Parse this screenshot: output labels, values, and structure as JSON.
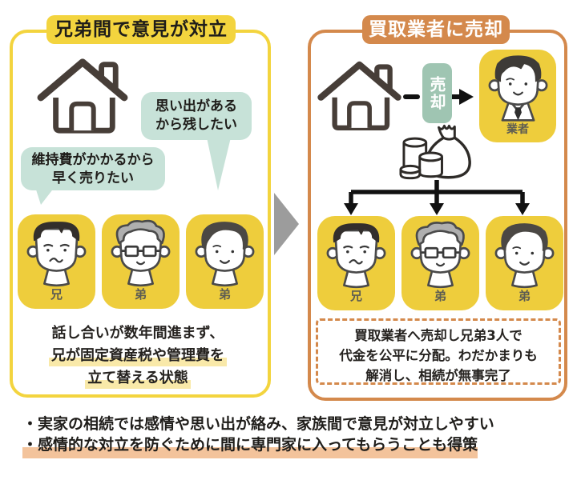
{
  "left_panel": {
    "title": "兄弟間で意見が対立",
    "bubble_memories": {
      "line1": "思い出がある",
      "line2": "から残したい"
    },
    "bubble_cost": {
      "line1": "維持費がかかるから",
      "line2": "早く売りたい"
    },
    "avatars": [
      {
        "label": "兄"
      },
      {
        "label": "弟"
      },
      {
        "label": "弟"
      }
    ],
    "caption": {
      "line1": "話し合いが数年間進まず、",
      "line2": "兄が固定資産税や管理費を",
      "line3": "立て替える状態"
    }
  },
  "right_panel": {
    "title": "買取業者に売却",
    "sale_badge": "売却",
    "agent": {
      "label": "業者"
    },
    "avatars": [
      {
        "label": "兄"
      },
      {
        "label": "弟"
      },
      {
        "label": "弟"
      }
    ],
    "result": {
      "line1": "買取業者へ売却し兄弟3人で",
      "line2": "代金を公平に分配。わだかまりも",
      "line3": "解消し、相続が無事完了"
    }
  },
  "footer": {
    "bullet1": "・実家の相続では感情や思い出が絡み、家族間で意見が対立しやすい",
    "bullet2": "・感情的な対立を防ぐために間に専門家に入ってもらうことも得策"
  },
  "icons": {
    "house": "house-icon",
    "money": "money-bag-and-coins-icon",
    "sale_arrow": "right-arrow-icon",
    "split_arrow": "three-way-split-arrow-icon",
    "flow": "gray-flow-chevron-icon"
  },
  "colors": {
    "yellow": "#F3D43E",
    "avatar_yellow": "#EECD3C",
    "pale_yellow_highlight": "#F9E9A9",
    "orange": "#D4894C",
    "peach_highlight": "#F3C39B",
    "mint": "#C7E2D8",
    "teal": "#9FC5B2",
    "gray_arrow": "#9C9C9C",
    "ink": "#2E2B28"
  }
}
